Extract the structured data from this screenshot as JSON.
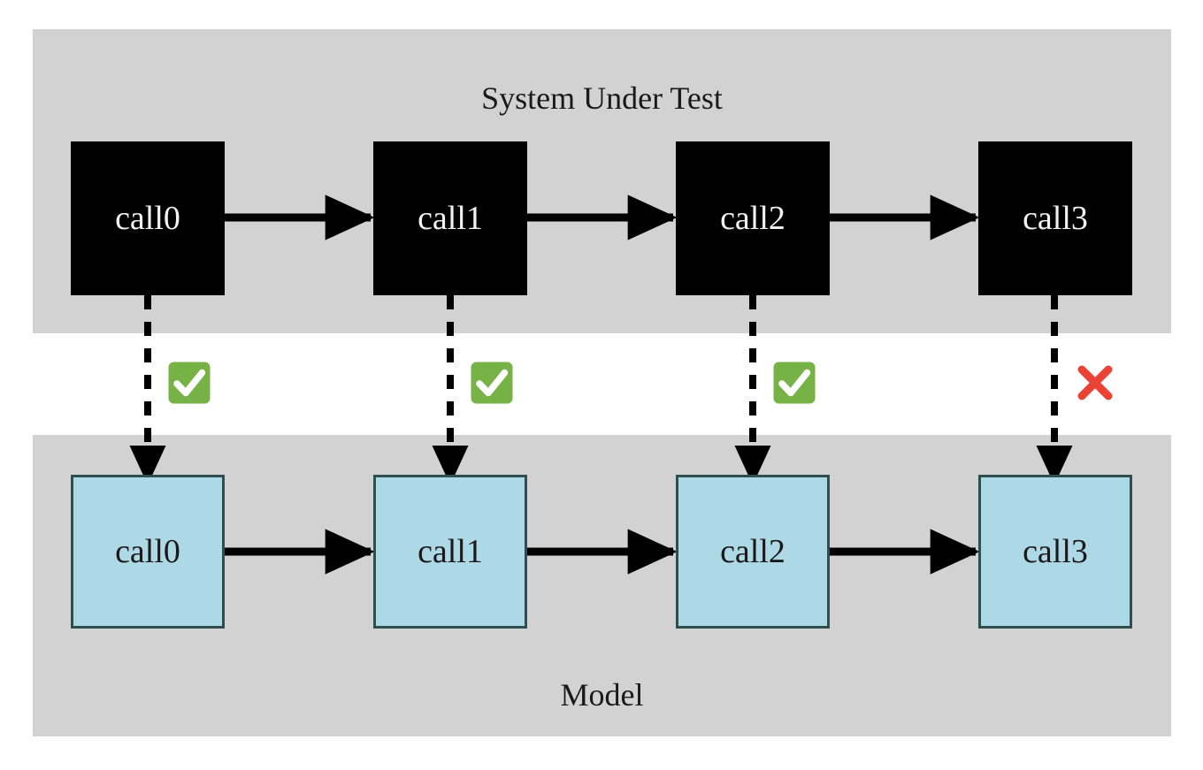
{
  "diagram": {
    "title_top": "System Under Test",
    "title_bottom": "Model",
    "colors": {
      "panel_background": "#d2d2d2",
      "page_background": "#ffffff",
      "sut_node_fill": "#000000",
      "sut_node_text": "#f2f2f2",
      "model_node_fill": "#add8e6",
      "model_node_border": "#2f4f4f",
      "model_node_text": "#1a1a1a",
      "edge": "#000000",
      "pass_green": "#77b247",
      "fail_red": "#ea4335"
    },
    "panels": [
      {
        "id": "sut",
        "label": "System Under Test",
        "label_position": "top"
      },
      {
        "id": "model",
        "label": "Model",
        "label_position": "bottom"
      }
    ],
    "sut_nodes": [
      {
        "id": "sut-call0",
        "label": "call0"
      },
      {
        "id": "sut-call1",
        "label": "call1"
      },
      {
        "id": "sut-call2",
        "label": "call2"
      },
      {
        "id": "sut-call3",
        "label": "call3"
      }
    ],
    "model_nodes": [
      {
        "id": "model-call0",
        "label": "call0"
      },
      {
        "id": "model-call1",
        "label": "call1"
      },
      {
        "id": "model-call2",
        "label": "call2"
      },
      {
        "id": "model-call3",
        "label": "call3"
      }
    ],
    "sequence_edges": [
      {
        "from": "call0",
        "to": "call1",
        "style": "solid"
      },
      {
        "from": "call1",
        "to": "call2",
        "style": "solid"
      },
      {
        "from": "call2",
        "to": "call3",
        "style": "solid"
      }
    ],
    "comparison_edges": [
      {
        "from": "sut-call0",
        "to": "model-call0",
        "style": "dashed",
        "verdict": "pass"
      },
      {
        "from": "sut-call1",
        "to": "model-call1",
        "style": "dashed",
        "verdict": "pass"
      },
      {
        "from": "sut-call2",
        "to": "model-call2",
        "style": "dashed",
        "verdict": "pass"
      },
      {
        "from": "sut-call3",
        "to": "model-call3",
        "style": "dashed",
        "verdict": "fail"
      }
    ],
    "verdicts": [
      {
        "for": "call0",
        "icon": "check-mark-icon",
        "result": "pass"
      },
      {
        "for": "call1",
        "icon": "check-mark-icon",
        "result": "pass"
      },
      {
        "for": "call2",
        "icon": "check-mark-icon",
        "result": "pass"
      },
      {
        "for": "call3",
        "icon": "cross-mark-icon",
        "result": "fail"
      }
    ]
  }
}
